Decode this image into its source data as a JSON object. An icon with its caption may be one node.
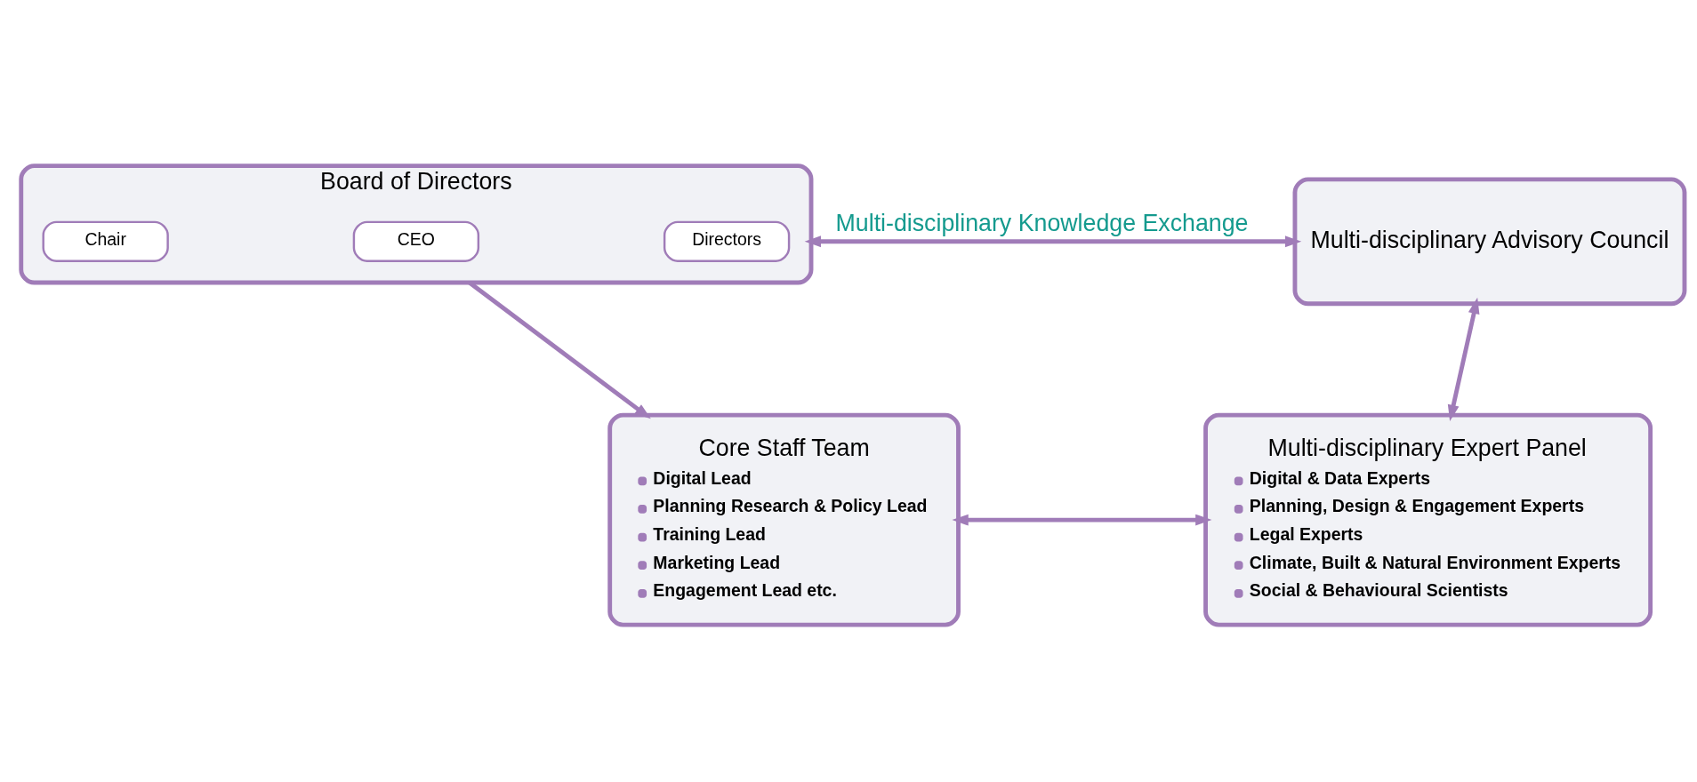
{
  "diagram": {
    "nodes": [
      {
        "text": [
          "Board of Directors"
        ]
      },
      {
        "text": [
          "Chair"
        ],
        "in": 0
      },
      {
        "text": [
          "CEO"
        ],
        "in": 0
      },
      {
        "text": [
          "Directors"
        ],
        "in": 0
      },
      {
        "text": [
          "Multi-disciplinary Advisory Council"
        ]
      },
      {
        "text": [
          "Core Staff Team",
          "Digital Lead",
          "Planning Research & Policy Lead",
          "Training Lead",
          "Marketing Lead",
          "Engagement Lead etc."
        ]
      },
      {
        "text": [
          "Multi-disciplinary Expert Panel",
          "Digital & Data Experts",
          "Planning, Design & Engagement Experts",
          "Legal Experts",
          "Climate, Built & Natural Environment Experts",
          "Social & Behavioural Scientists"
        ]
      }
    ],
    "edges": [
      {
        "from": 0,
        "to": 5,
        "arrow": "to"
      },
      {
        "from": 4,
        "to": 6,
        "arrow": "both"
      },
      {
        "from": 0,
        "to": 4,
        "arrow": "both",
        "label": "Multi-disciplinary Knowledge Exchange"
      },
      {
        "from": 5,
        "to": 6,
        "arrow": "both"
      }
    ]
  }
}
